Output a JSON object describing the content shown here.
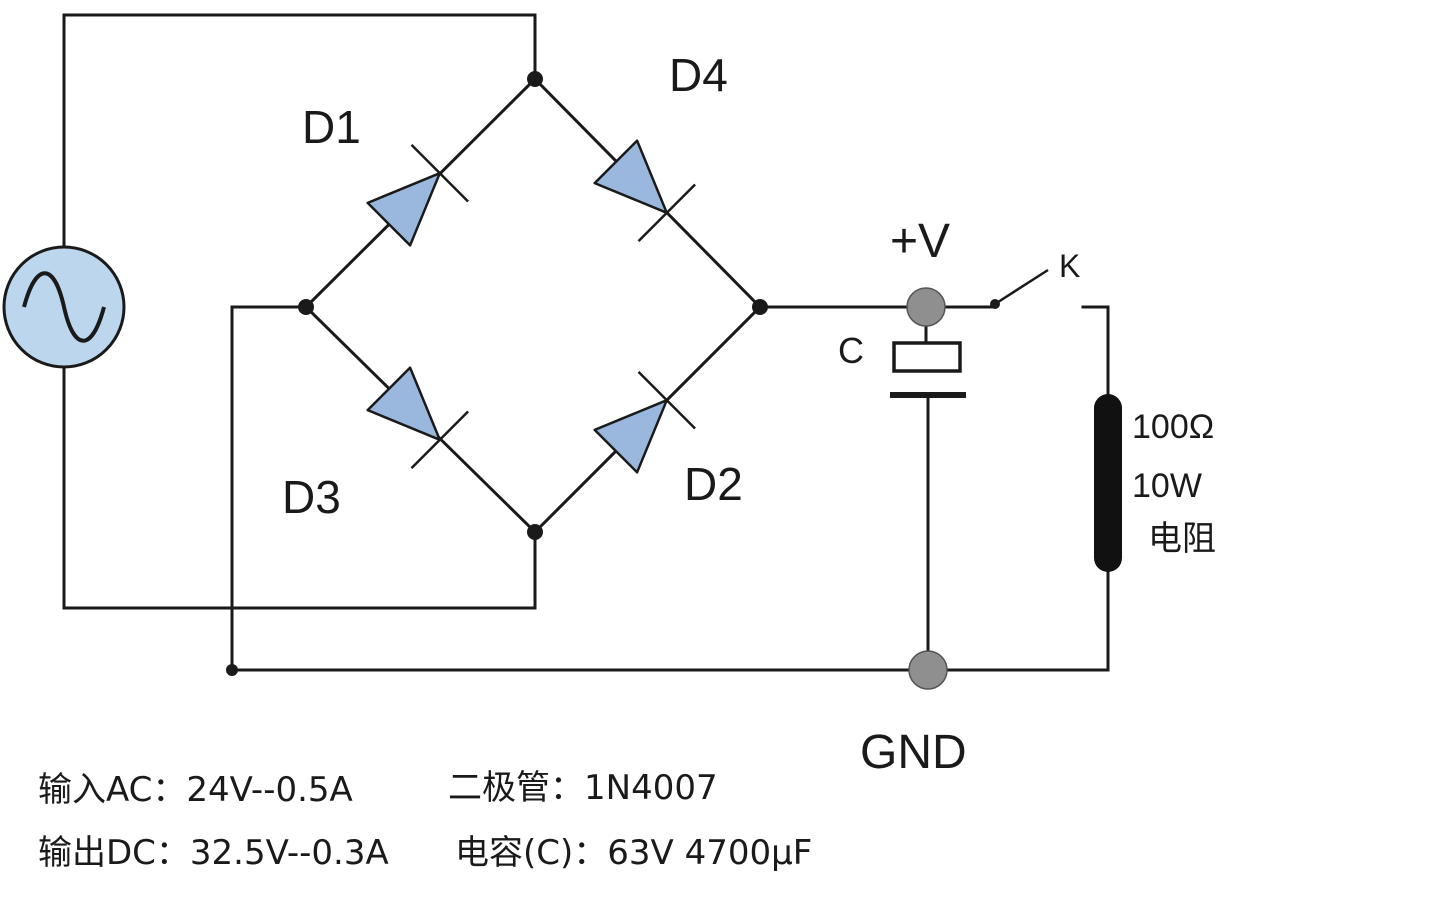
{
  "labels": {
    "d1": "D1",
    "d2": "D2",
    "d3": "D3",
    "d4": "D4",
    "vplus": "+V",
    "capacitor": "C",
    "switch": "K",
    "gnd": "GND",
    "resistor_value": "100Ω",
    "resistor_power": "10W",
    "resistor_name": "电阻"
  },
  "notes": {
    "input_ac": "输入AC：24V--0.5A",
    "output_dc": "输出DC：32.5V--0.3A",
    "diode_model": "二极管：1N4007",
    "capacitor_spec": "电容(C)：63V  4700μF"
  },
  "colors": {
    "wire": "#1a1a1a",
    "diode_fill": "#9ab8dd",
    "source_fill": "#bcd6ee",
    "terminal": "#8f8f8f"
  }
}
